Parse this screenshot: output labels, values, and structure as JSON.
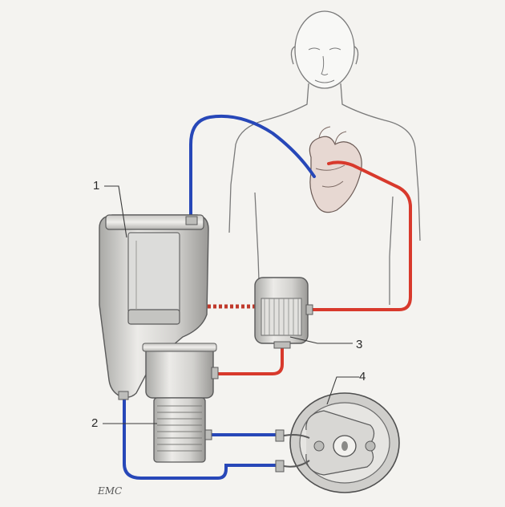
{
  "labels": {
    "oxygenator": "1",
    "heat_exchanger": "2",
    "filter": "3",
    "pump": "4"
  },
  "artist_initials": "EMC",
  "colors": {
    "venous_line": "#2747b8",
    "arterial_line": "#d8392c",
    "outline": "#5a5a5a",
    "device_fill": "#d9d9d6"
  }
}
